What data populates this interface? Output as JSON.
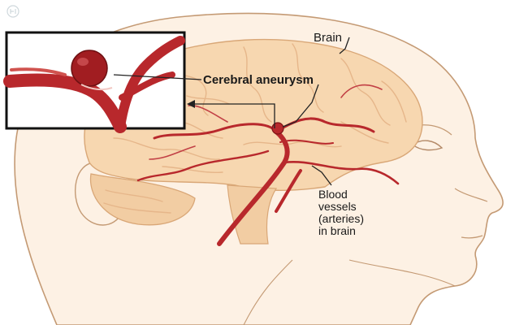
{
  "labels": {
    "brain": "Brain",
    "aneurysm": "Cerebral aneurysm",
    "vessels_lines": [
      "Blood",
      "vessels",
      "(arteries)",
      "in brain"
    ]
  },
  "colors": {
    "artery": "#b8282c",
    "artery_dark": "#7e1416",
    "brain": "#f7d7b0",
    "brain_fold": "#e6b68a",
    "skin": "#fdf1e4",
    "outline": "#c49a74",
    "inset_border": "#111111",
    "pointer": "#222222"
  },
  "icons": {
    "logo": "watermark-logo-icon"
  }
}
